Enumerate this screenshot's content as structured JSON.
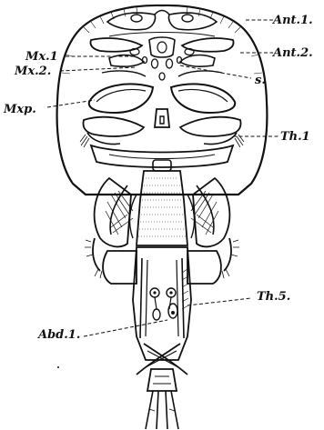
{
  "figure": {
    "labels": {
      "ant1": "Ant.1.",
      "ant2": "Ant.2.",
      "mx1": "Mx.1",
      "mx2": "Mx.2.",
      "s": "s.",
      "mxp": "Mxp.",
      "th1": "Th.1",
      "th5": "Th.5.",
      "abd1": "Abd.1."
    },
    "colors": {
      "ink": "#111111",
      "paper": "#ffffff"
    }
  }
}
